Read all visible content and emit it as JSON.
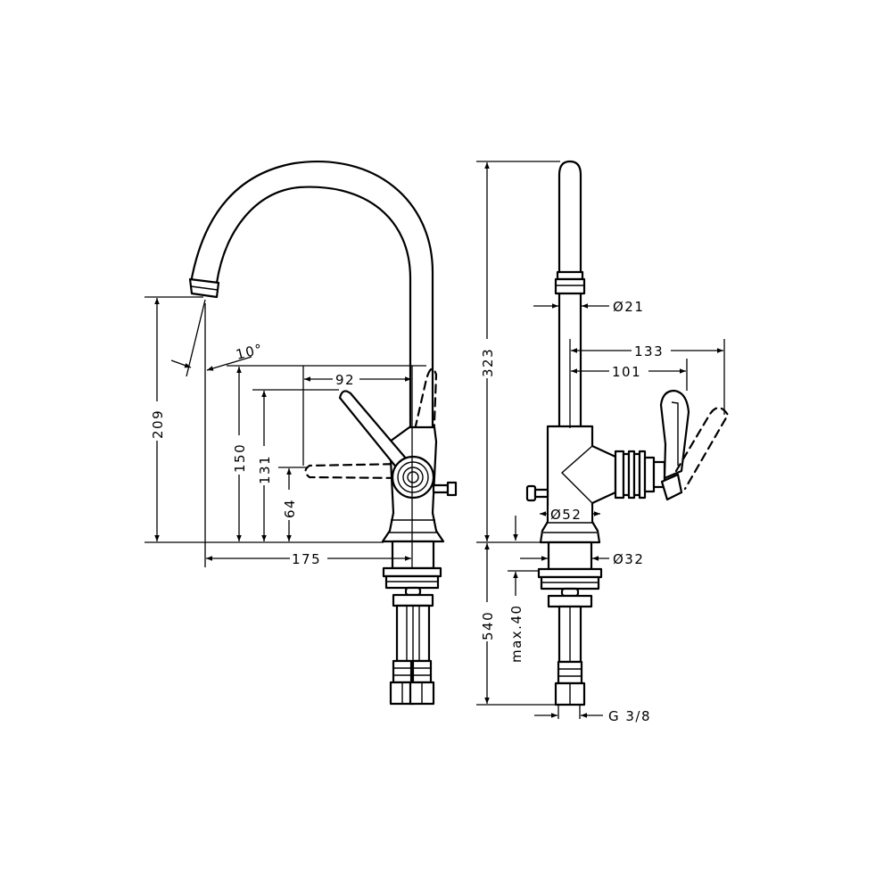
{
  "dimensions": {
    "angle": "10°",
    "d92": "92",
    "d209": "209",
    "d150": "150",
    "d131": "131",
    "d64": "64",
    "d175": "175",
    "d323": "323",
    "d540": "540",
    "dia21": "Ø21",
    "d133": "133",
    "d101": "101",
    "dia52": "Ø52",
    "dia32": "Ø32",
    "max40": "max.40",
    "thread": "G 3/8"
  }
}
